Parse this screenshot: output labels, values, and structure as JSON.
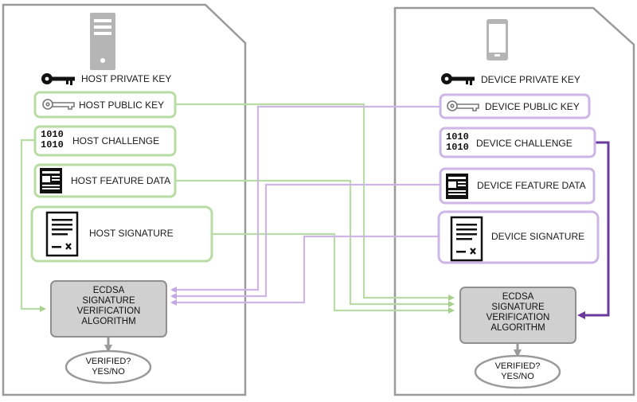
{
  "host": {
    "private_key": "HOST PRIVATE KEY",
    "public_key": "HOST PUBLIC KEY",
    "challenge": "HOST CHALLENGE",
    "feature_data": "HOST FEATURE DATA",
    "signature": "HOST SIGNATURE",
    "algo": [
      "ECDSA",
      "SIGNATURE",
      "VERIFICATION",
      "ALGORITHM"
    ],
    "verified": [
      "VERIFIED?",
      "YES/NO"
    ]
  },
  "device": {
    "private_key": "DEVICE PRIVATE KEY",
    "public_key": "DEVICE PUBLIC KEY",
    "challenge": "DEVICE CHALLENGE",
    "feature_data": "DEVICE FEATURE DATA",
    "signature": "DEVICE SIGNATURE",
    "algo": [
      "ECDSA",
      "SIGNATURE",
      "VERIFICATION",
      "ALGORITHM"
    ],
    "verified": [
      "VERIFIED?",
      "YES/NO"
    ]
  },
  "binary_icon_text": [
    "1010",
    "1010"
  ],
  "colors": {
    "panel_border": "#9a9a9a",
    "host_green": "#b9dca4",
    "device_purple": "#cdb6e6",
    "device_purple_dark": "#6a3a9e",
    "algo_fill": "#d0d0d0",
    "algo_border": "#8f8f8f",
    "icon_gray": "#b5b5b5"
  }
}
